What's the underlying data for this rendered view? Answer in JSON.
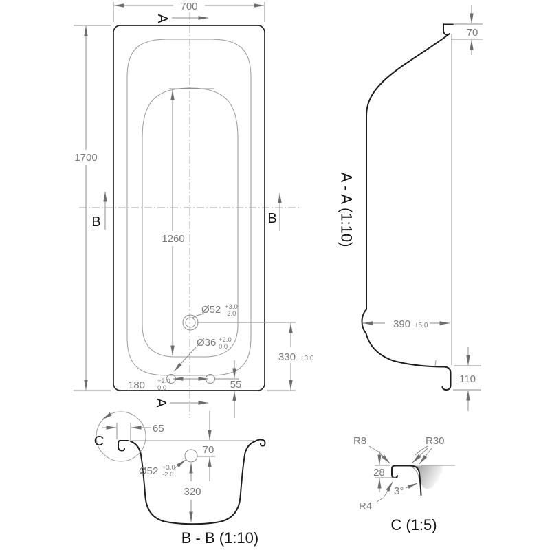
{
  "drawing": {
    "plan": {
      "dim_overall_width": "700",
      "dim_overall_length": "1700",
      "dim_floor_length": "1260",
      "drain_diameter": "Ø52",
      "drain_tol_upper": "+3.0",
      "drain_tol_lower": "-2.0",
      "hole_diameter": "Ø36",
      "hole_tol_upper": "+2.0",
      "hole_tol_lower": "0.0",
      "hole_spacing": "180",
      "hole_spacing_tol_upper": "+2.0",
      "hole_spacing_tol_lower": "0.0",
      "dim_drain_from_end": "330",
      "dim_drain_from_end_tol": "±3.0",
      "dim_holes_from_end": "55",
      "cut_label_a": "A",
      "cut_label_b": "B"
    },
    "section_aa": {
      "title": "A - A (1:10)",
      "dim_rim_height": "70",
      "dim_bottom_width": "390",
      "dim_bottom_width_tol": "±5.0",
      "dim_skirt_height": "110"
    },
    "section_bb": {
      "title": "B - B (1:10)",
      "dim_rim_flat": "65",
      "dim_overflow_depth": "70",
      "overflow_diameter": "Ø52",
      "overflow_tol_upper": "+3.0",
      "overflow_tol_lower": "-2.0",
      "dim_depth": "320",
      "detail_label": "C"
    },
    "detail_c": {
      "title": "C (1:5)",
      "radius_outer": "R8",
      "radius_inner": "R30",
      "radius_curl": "R4",
      "dim_rim_edge_height": "28",
      "draft_angle": "3°"
    }
  }
}
